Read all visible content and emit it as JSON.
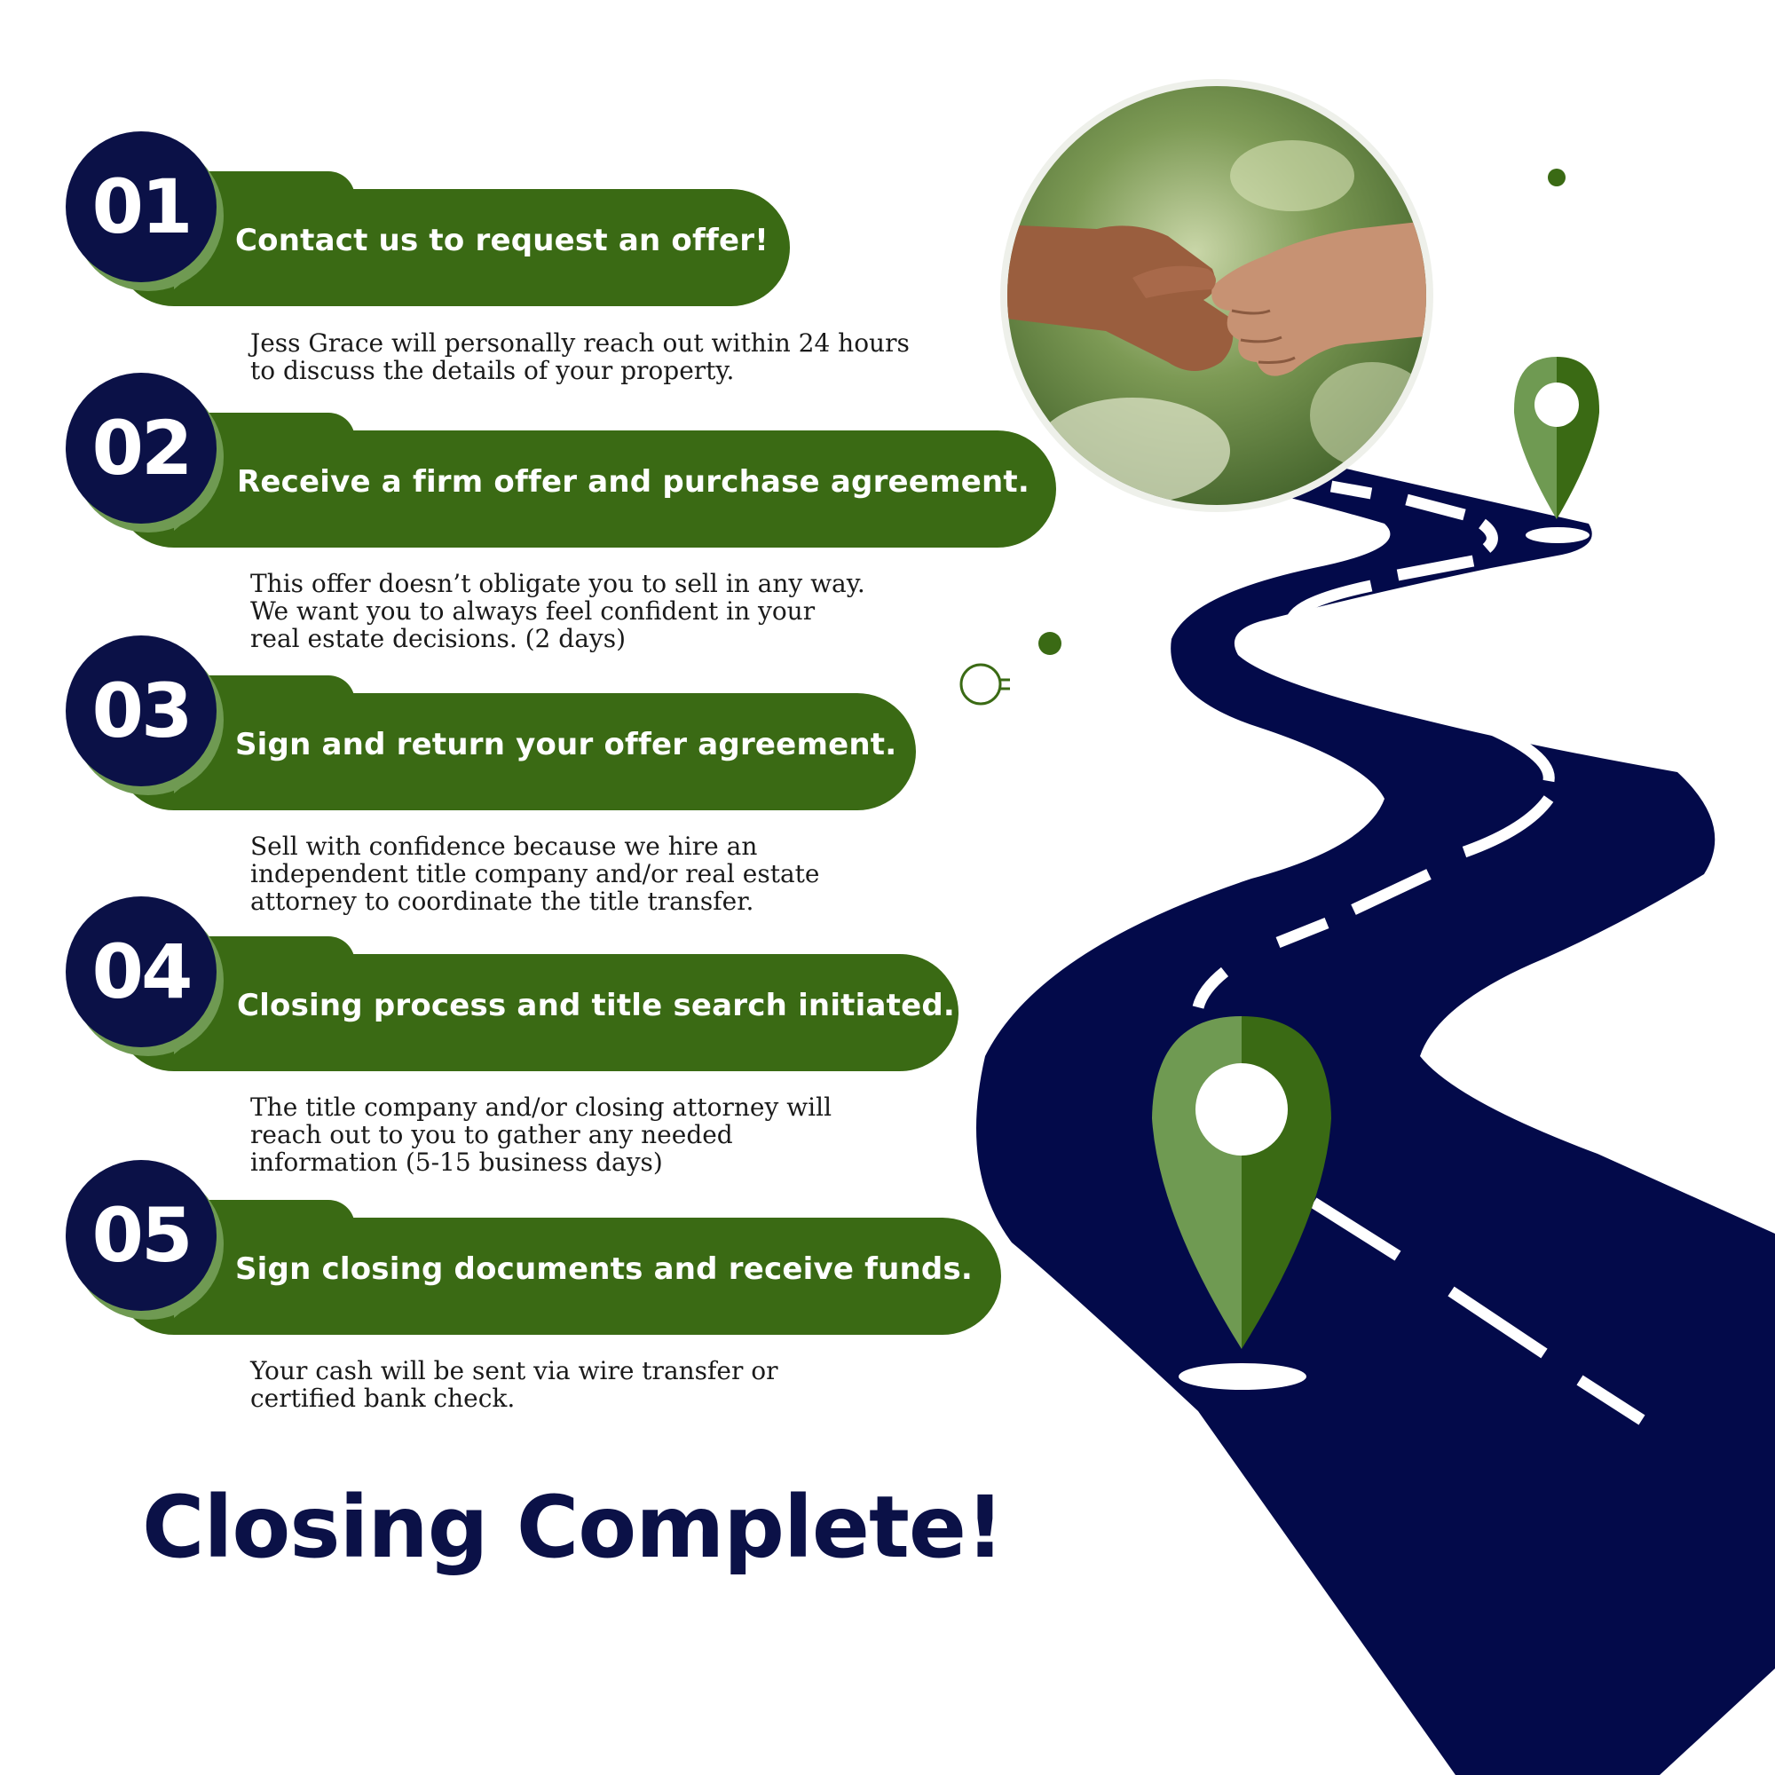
{
  "colors": {
    "navy": "#0b1147",
    "green": "#3a6a14",
    "light_green": "#6f9a52",
    "road": "#030a4a",
    "white": "#ffffff"
  },
  "steps": [
    {
      "number": "01",
      "title": "Contact us to request an offer!",
      "description": "Jess Grace will personally reach out within 24 hours\nto discuss the details of your property."
    },
    {
      "number": "02",
      "title": "Receive a firm offer and purchase agreement.",
      "description": "This offer doesn’t obligate you to sell in any way.\nWe want you to always feel confident in your\nreal estate decisions. (2 days)"
    },
    {
      "number": "03",
      "title": "Sign and return your offer agreement.",
      "description": "Sell with confidence because we hire an\nindependent title company and/or real estate\nattorney to coordinate the title transfer."
    },
    {
      "number": "04",
      "title": "Closing process and title search initiated.",
      "description": "The title company and/or closing attorney will\nreach out to you to gather any needed\ninformation (5-15 business days)"
    },
    {
      "number": "05",
      "title": "Sign closing documents and receive funds.",
      "description": "Your cash will be sent via wire transfer or\ncertified bank check."
    }
  ],
  "closing": {
    "title": "Closing Complete!"
  },
  "images": {
    "photo": "handshake-photo",
    "pin": "map-pin-icon",
    "road": "winding-road"
  }
}
